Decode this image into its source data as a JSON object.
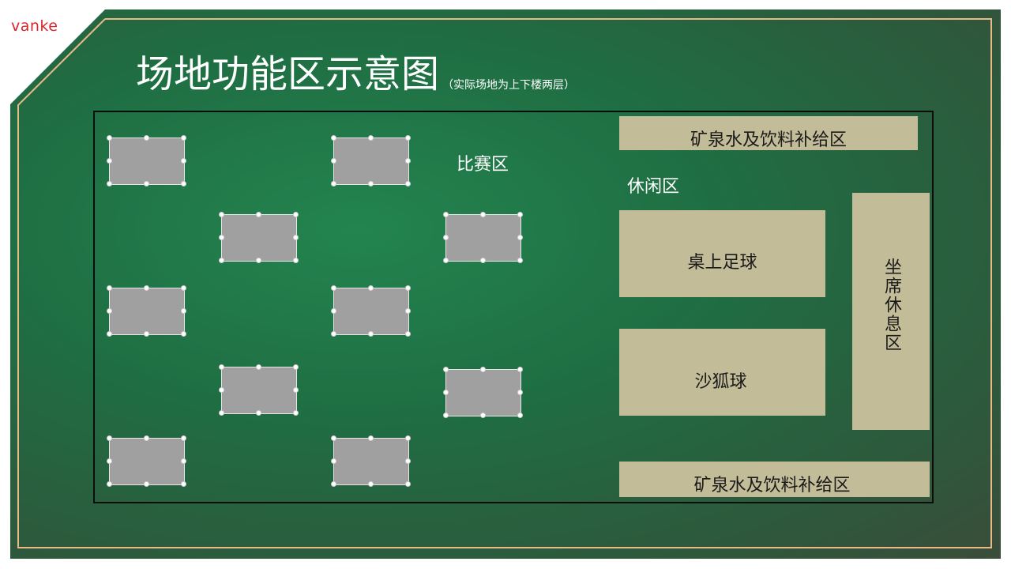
{
  "brand": {
    "logo_text": "vanke",
    "logo_color": "#d9262c"
  },
  "header": {
    "title": "场地功能区示意图",
    "subtitle": "（实际场地为上下楼两层）"
  },
  "zones": {
    "competition_label": "比赛区",
    "leisure_label": "休闲区",
    "drinks_top": "矿泉水及饮料补给区",
    "foosball": "桌上足球",
    "shuffleboard": "沙狐球",
    "seating": "坐席休息区",
    "drinks_bottom": "矿泉水及饮料补给区"
  },
  "colors": {
    "board": "#1f6e43",
    "zone_fill": "#c3bc98",
    "table_fill": "#a0a0a0",
    "frame_line": "#e9b98a"
  }
}
